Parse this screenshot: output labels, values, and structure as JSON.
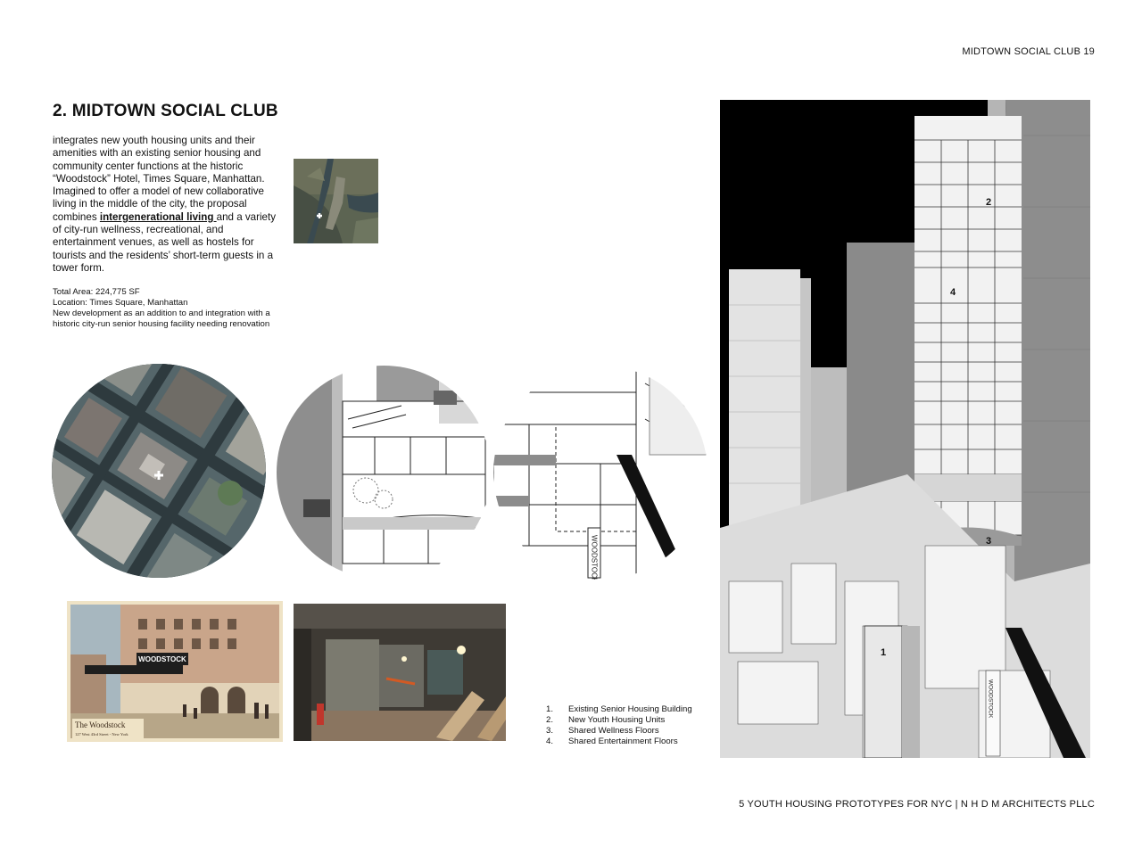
{
  "header": {
    "page_label": "MIDTOWN SOCIAL CLUB  19"
  },
  "title": "2. MIDTOWN SOCIAL CLUB",
  "body": {
    "intro": "integrates new youth housing units and their amenities with an existing senior housing and community center functions at the historic “Woodstock” Hotel, Times Square, Manhattan. Imagined to offer a model of new collaborative living in the middle of the city, the proposal combines ",
    "emphasis": "intergenerational living ",
    "rest": "and a variety of city-run wellness, recreational, and entertainment venues, as well as hostels for tourists and the residents’ short-term guests in a tower form."
  },
  "stats": {
    "total_area": "Total Area: 224,775 SF",
    "location": "Location: Times Square, Manhattan",
    "description_line1": "New development as an addition to and integration with a",
    "description_line2": "historic city-run senior housing facility needing renovation"
  },
  "legend": {
    "items": [
      {
        "num": "1.",
        "label": "Existing Senior Housing Building"
      },
      {
        "num": "2.",
        "label": "New Youth Housing Units"
      },
      {
        "num": "3.",
        "label": "Shared Wellness Floors"
      },
      {
        "num": "4.",
        "label": "Shared Entertainment Floors"
      }
    ]
  },
  "drawing_labels": {
    "one": "1",
    "two": "2",
    "three": "3",
    "four": "4"
  },
  "postcard": {
    "sign": "WOODSTOCK",
    "caption1": "The Woodstock",
    "caption2": "127 West 43rd Street - New York"
  },
  "sign_vertical": "WOODSTOCK",
  "footer": {
    "credit": "5 YOUTH HOUSING PROTOTYPES FOR NYC | N H D M ARCHITECTS PLLC"
  },
  "colors": {
    "sky": "#000000",
    "building_light": "#e2e2e2",
    "building_mid": "#9a9a9a",
    "building_dark": "#6f6f6f",
    "aerial": "#4a5a5e"
  }
}
